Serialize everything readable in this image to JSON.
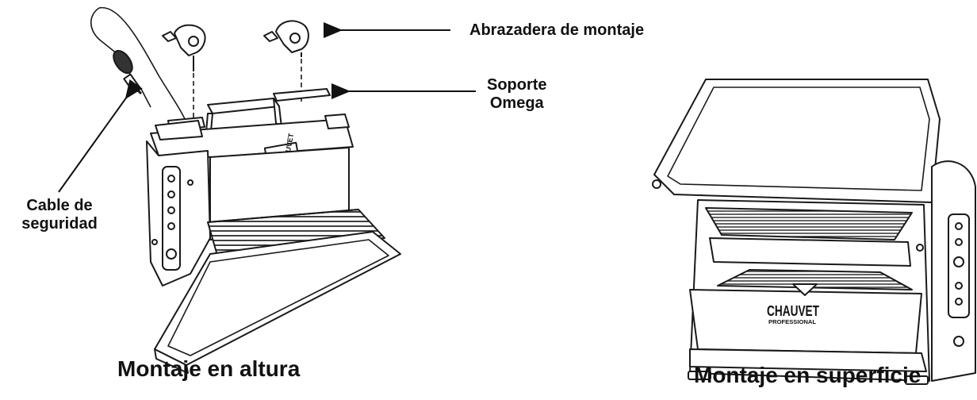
{
  "labels": {
    "clamp": "Abrazadera de montaje",
    "omega_line1": "Soporte",
    "omega_line2": "Omega",
    "cable_line1": "Cable de",
    "cable_line2": "seguridad"
  },
  "captions": {
    "hanging": "Montaje en altura",
    "surface": "Montaje en superficie"
  },
  "logos": {
    "brand": "CHAUVET",
    "brand_sub": "PROFESSIONAL"
  },
  "colors": {
    "line": "#1a1a1a",
    "fill": "#ffffff",
    "dark": "#2b2b2b"
  }
}
